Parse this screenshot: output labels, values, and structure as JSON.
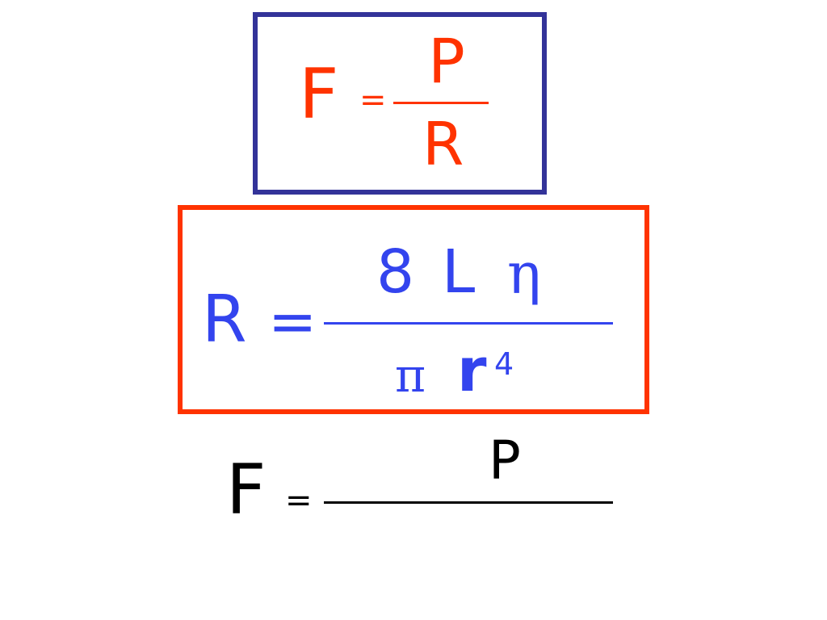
{
  "slide": {
    "formula1": {
      "lhs": "F",
      "equals": "=",
      "numerator": "P",
      "denominator": "R",
      "text_color": "#ff3300",
      "border_color": "#333399"
    },
    "formula2": {
      "lhs": "R",
      "equals": "=",
      "numerator_parts": [
        "8",
        "L",
        "η"
      ],
      "denominator_pi": "π",
      "denominator_r": "r",
      "exponent": "4",
      "text_color": "#3344ee",
      "border_color": "#ff3300"
    },
    "formula3": {
      "lhs": "F",
      "equals": "=",
      "numerator": "P",
      "text_color": "#000000"
    }
  }
}
